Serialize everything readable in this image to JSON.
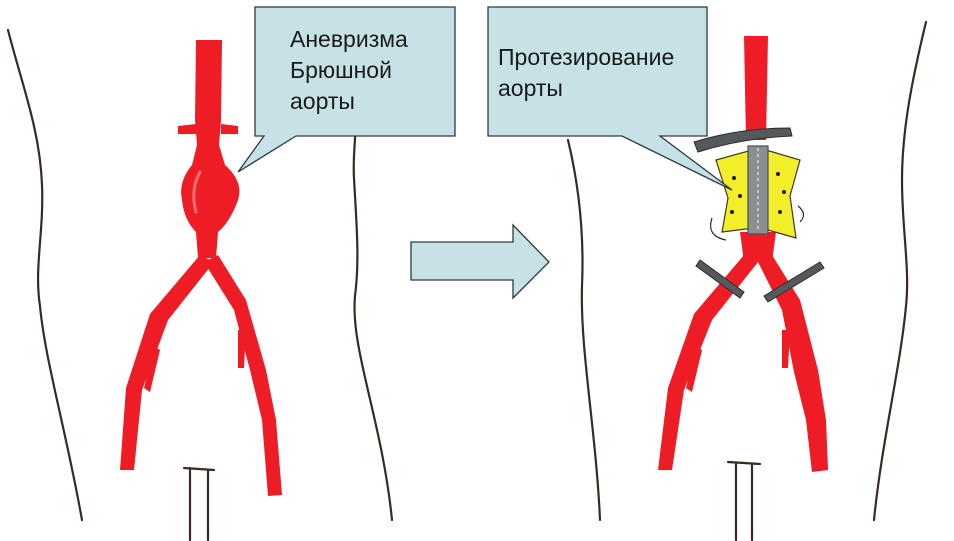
{
  "panels": {
    "before": {
      "callout_lines": [
        "Аневризма",
        "Брюшной",
        "аорты"
      ]
    },
    "after": {
      "callout_lines": [
        "Протезирование",
        "аорты"
      ]
    }
  },
  "colors": {
    "artery": "#ee1c25",
    "callout_fill": "#c6e2e6",
    "callout_stroke": "#2e3b3c",
    "body_outline": "#3a2a22",
    "graft_patch": "#f2ef2a",
    "graft_tube": "#8a8f93",
    "clamp": "#55595c"
  }
}
